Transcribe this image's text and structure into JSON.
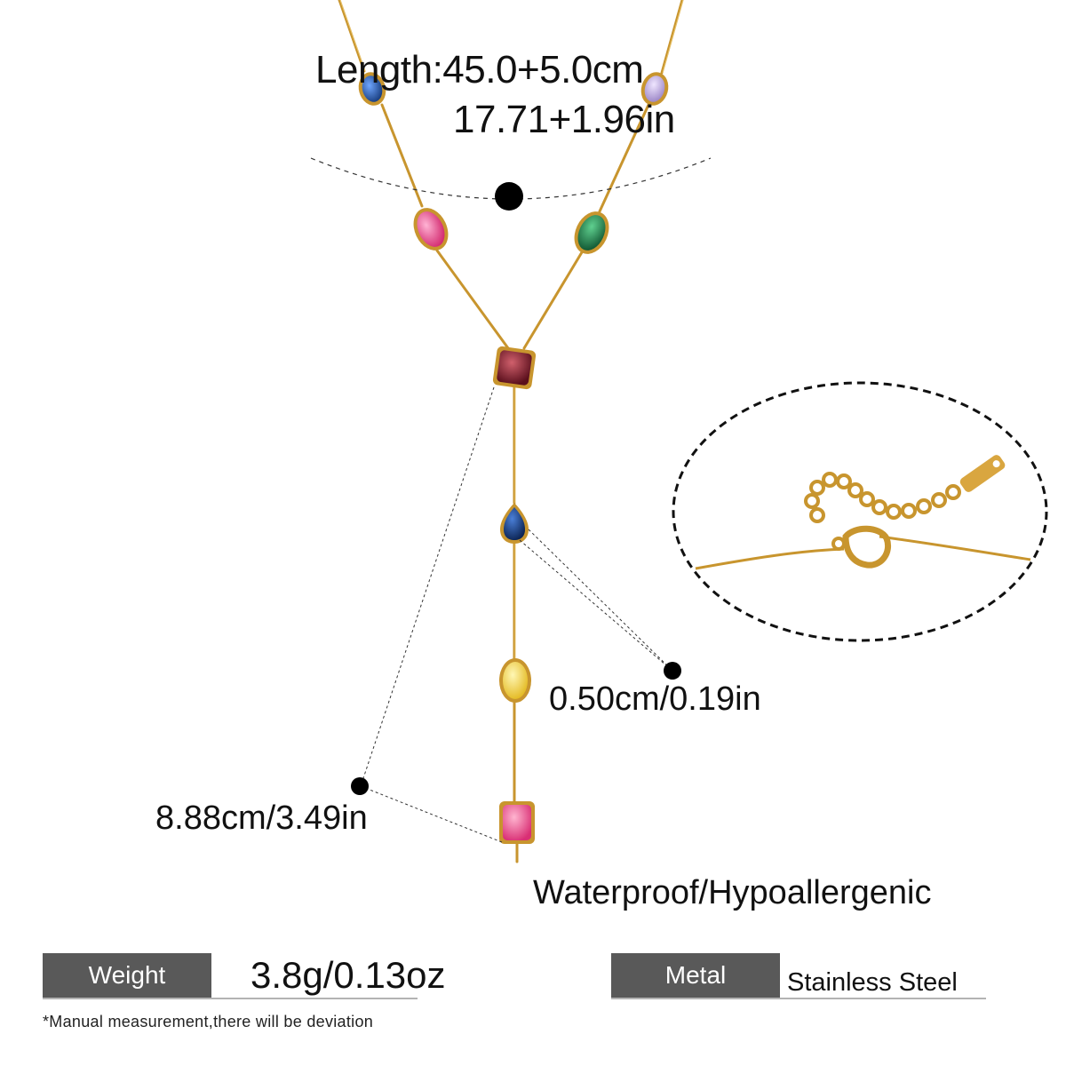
{
  "measurements": {
    "length_cm": "Length:45.0+5.0cm",
    "length_in": "17.71+1.96in",
    "stone_size": "0.50cm/0.19in",
    "drop_length": "8.88cm/3.49in"
  },
  "features": "Waterproof/Hypoallergenic",
  "specs": {
    "weight_label": "Weight",
    "weight_value": "3.8g/0.13oz",
    "metal_label": "Metal",
    "metal_value": "Stainless Steel"
  },
  "footnote": "*Manual measurement,there will be deviation",
  "colors": {
    "gold_chain": "#c8952e",
    "label_bg": "#595959",
    "gem_blue": "#1f4f9e",
    "gem_purple": "#b9a6d8",
    "gem_pink": "#e0407f",
    "gem_green": "#1f7a45",
    "gem_garnet": "#8c2230",
    "gem_sapphire": "#173a7c",
    "gem_yellow": "#f0d24a",
    "gem_rose": "#e8508a"
  }
}
